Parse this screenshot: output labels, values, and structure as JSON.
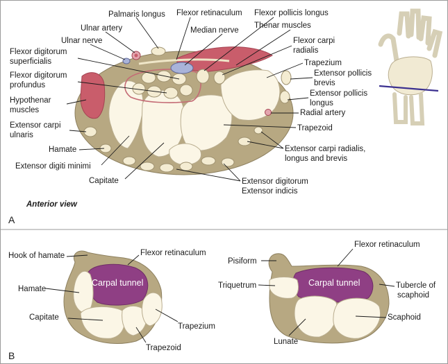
{
  "panel_a": {
    "letter": "A",
    "view": "Anterior view",
    "labels": {
      "palmaris_longus": "Palmaris longus",
      "flexor_retinaculum": "Flexor retinaculum",
      "flexor_pollicis_longus": "Flexor pollicis longus",
      "ulnar_artery": "Ulnar artery",
      "median_nerve": "Median nerve",
      "thenar_muscles": "Thenar muscles",
      "ulnar_nerve": "Ulnar nerve",
      "flexor_carpi_radialis_1": "Flexor carpi",
      "flexor_carpi_radialis_2": "radialis",
      "fds_1": "Flexor digitorum",
      "fds_2": "superficialis",
      "trapezium": "Trapezium",
      "fdp_1": "Flexor digitorum",
      "fdp_2": "profundus",
      "epb_1": "Extensor pollicis",
      "epb_2": "brevis",
      "hypothenar_1": "Hypothenar",
      "hypothenar_2": "muscles",
      "epl_1": "Extensor pollicis",
      "epl_2": "longus",
      "radial_artery": "Radial artery",
      "ecu_1": "Extensor carpi",
      "ecu_2": "ulnaris",
      "trapezoid": "Trapezoid",
      "hamate": "Hamate",
      "ecr_1": "Extensor carpi radialis,",
      "ecr_2": "longus and brevis",
      "edm": "Extensor digiti minimi",
      "capitate": "Capitate",
      "ed": "Extensor digitorum",
      "ei": "Extensor indicis"
    }
  },
  "panel_b": {
    "letter": "B",
    "left": {
      "hook_of_hamate": "Hook of hamate",
      "flexor_retinaculum": "Flexor retinaculum",
      "carpal_tunnel": "Carpal tunnel",
      "hamate": "Hamate",
      "capitate": "Capitate",
      "trapezium": "Trapezium",
      "trapezoid": "Trapezoid"
    },
    "right": {
      "flexor_retinaculum": "Flexor retinaculum",
      "pisiform": "Pisiform",
      "triquetrum": "Triquetrum",
      "carpal_tunnel": "Carpal tunnel",
      "tubercle_1": "Tubercle of",
      "tubercle_2": "scaphoid",
      "scaphoid": "Scaphoid",
      "lunate": "Lunate"
    }
  },
  "colors": {
    "bone": "#fbf6e6",
    "tissue": "#b7a882",
    "muscle": "#c95d6b",
    "carpal_tunnel": "#8f3f84",
    "nerve": "#a9b3d9",
    "section_line": "#3b3090"
  }
}
